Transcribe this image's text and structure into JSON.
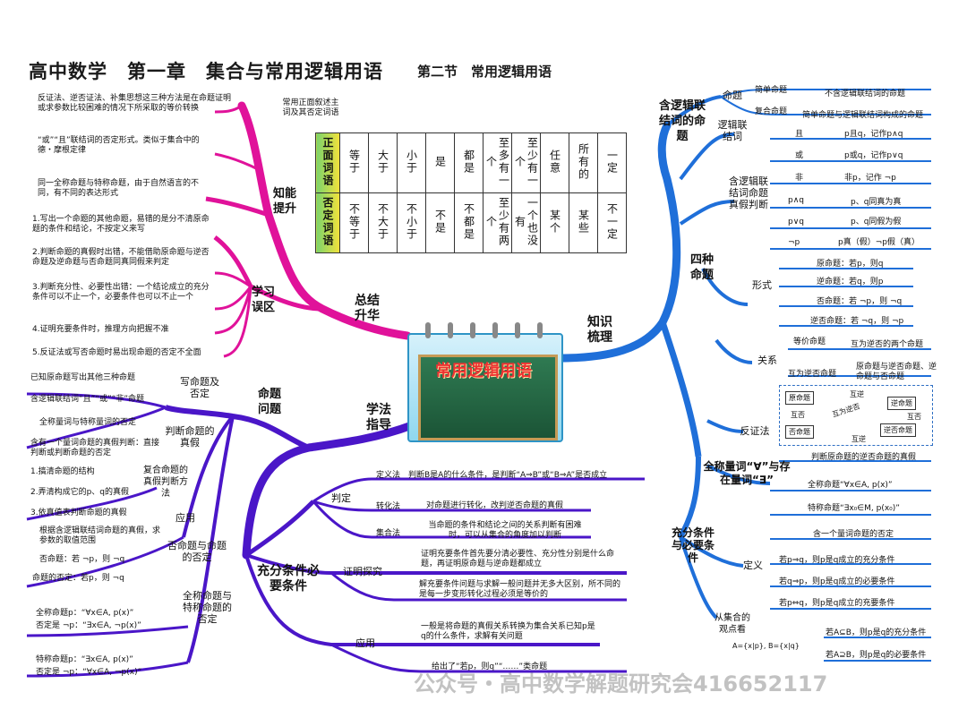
{
  "title": "高中数学　第一章　集合与常用逻辑用语",
  "subtitle": "第二节　常用逻辑用语",
  "center_label": "常用逻辑用语",
  "main_branches": {
    "summary": "总结升华",
    "knowledge": "知识梳理",
    "methods": "学法指导"
  },
  "summary_branch": {
    "zhineng": "知能提升",
    "xuexi": "学习误区",
    "zhineng_items": [
      "反证法、逆否证法、补集思想这三种方法是在命题证明或求参数比较困难的情况下所采取的等价转换",
      "“或”“且”联结词的否定形式。类似于集合中的德・摩根定律",
      "同一全称命题与特称命题，由于自然语言的不同，有不同的表达形式"
    ],
    "xuexi_items": [
      "1.写出一个命题的其他命题，易错的是分不清原命题的条件和结论，不按定义来写",
      "2.判断命题的真假时出错，不能借助原命题与逆否命题及逆命题与否命题同真同假来判定",
      "3.判断充分性、必要性出错：一个结论成立的充分条件可以不止一个，必要条件也可以不止一个",
      "4.证明充要条件时，推理方向把握不准",
      "5.反证法或写否命题时易出现命题的否定不全面"
    ],
    "table_note": "常用正面叙述主词及其否定词语",
    "table_head": [
      "正面词语",
      "否定词语"
    ],
    "table_pos": [
      "等于",
      "大于",
      "小于",
      "是",
      "都是",
      "至多有一个",
      "至少有一个",
      "任意",
      "所有的",
      "一定"
    ],
    "table_neg": [
      "不等于",
      "不大于",
      "不小于",
      "不是",
      "不都是",
      "至少有两个",
      "一个也没有",
      "某个",
      "某些",
      "不一定"
    ]
  },
  "methods_branch": {
    "mingti": "命题问题",
    "chongfen": "充分条件必要条件",
    "mingti_items": {
      "xie": "写命题及否定",
      "xie_lines": [
        "已知原命题写出其他三种命题",
        "含逻辑联结词“且”“或”“非”命题",
        "全称量词与特称量词的否定"
      ],
      "panduan": "判断命题的真假",
      "panduan_line": "含有一个量词命题的真假判断：直接判断或判断命题的否定",
      "fuhe": "复合命题的真假判断方法",
      "fuhe_lines": [
        "1.搞清命题的结构",
        "2.弄清构成它的p、q的真假",
        "3.依真值表判断命题的真假"
      ],
      "yingyong": "应用",
      "yingyong_line": "根据含逻辑联结词命题的真假，求参数的取值范围",
      "foumingti": "否命题与命题的否定",
      "foumingti_lines": [
        "否命题：若 ¬p，则 ¬q",
        "命题的否定：若p，则 ¬q"
      ],
      "quancheng": "全称命题与特称命题的否定",
      "quancheng_lines": [
        "全称命题p：“∀x∈A, p(x)”",
        "否定是 ¬p：“∃x∈A, ¬p(x)”",
        "特称命题p：“∃x∈A, p(x)”",
        "否定是 ¬p：“∀x∈A, ¬p(x)”"
      ]
    },
    "chongfen_items": {
      "panding": "判定",
      "dingyi": "定义法",
      "dingyi_text": "判断B是A的什么条件，是判断“A⇒B”或“B⇒A”是否成立",
      "zhuanhua": "转化法",
      "zhuanhua_text": "对命题进行转化，改判逆否命题的真假",
      "jihe": "集合法",
      "jihe_text": "当命题的条件和结论之间的关系判断有困难时，可以从集合的角度加以判断",
      "zhengming": "证明探究",
      "zhengming_text1": "证明充要条件首先要分清必要性、充分性分别是什么命题，再证明原命题与逆命题都成立",
      "zhengming_text2": "解充要条件问题与求解一般问题并无多大区别，所不同的是每一步变形转化过程必须是等价的",
      "yingyong": "应用",
      "yingyong_text1": "一般是将命题的真假关系转换为集合关系已知p是q的什么条件，求解有关问题",
      "yingyong_text2": "给出了“若p，则q”“……”类命题"
    }
  },
  "knowledge_branch": {
    "hanluoji": "含逻辑联结词的命题",
    "mingti": "命题",
    "jiandan": "简单命题",
    "jiandan_text": "不含逻辑联结词的命题",
    "fuhe": "复合命题",
    "fuhe_text": "简单命题与逻辑联结词构成的命题",
    "lianjieci": "逻辑联结词",
    "lj_items": [
      {
        "k": "且",
        "v": "p且q，记作p∧q"
      },
      {
        "k": "或",
        "v": "p或q，记作p∨q"
      },
      {
        "k": "非",
        "v": "非p，记作 ¬p"
      }
    ],
    "zhenjia": "含逻辑联结词命题真假判断",
    "zj_items": [
      {
        "k": "p∧q",
        "v": "p、q同真为真"
      },
      {
        "k": "p∨q",
        "v": "p、q同假为假"
      },
      {
        "k": "¬p",
        "v": "p真（假）¬p假（真）"
      }
    ],
    "sizhong": "四种命题",
    "xingshi": "形式",
    "xs_items": [
      "原命题：若p，则q",
      "逆命题：若q，则p",
      "否命题：若 ¬p，则 ¬q",
      "逆否命题：若 ¬q，则 ¬p"
    ],
    "guanxi": "关系",
    "gx_items": [
      {
        "k": "等价命题",
        "v": "互为逆否的两个命题"
      },
      {
        "k": "互为逆否命题",
        "v": "原命题与逆否命题、逆命题与否命题"
      }
    ],
    "diagram": {
      "yuan": "原命题",
      "ni": "逆命题",
      "fou": "否命题",
      "nifou": "逆否命题",
      "huni": "互逆",
      "hufou": "互否",
      "hunifou": "互为逆否"
    },
    "fanzheng": "反证法",
    "fanzheng_text": "判断原命题的逆否命题的真假",
    "quancheng": "全称量词“∀”与存在量词“∃”",
    "qc_items": [
      "全称命题“∀x∈A, p(x)”",
      "特称命题“∃x₀∈M, p(x₀)”",
      "含一个量词命题的否定"
    ],
    "chongfen": "充分条件与必要条件",
    "dingyi": "定义",
    "dy_items": [
      "若p⇒q，则p是q成立的充分条件",
      "若q⇒p，则p是q成立的必要条件",
      "若p⇔q，则p是q成立的充要条件"
    ],
    "jihe": "从集合的观点看",
    "jihe_set": "A={x|p}, B={x|q}",
    "jh_items": [
      "若A⊆B，则p是q的充分条件",
      "若A⊇B，则p是q的必要条件"
    ]
  },
  "watermark": "公众号・高中数学解题研究会416652117"
}
